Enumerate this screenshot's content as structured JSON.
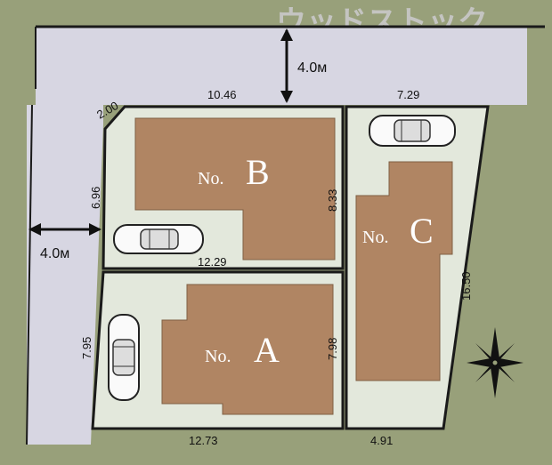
{
  "watermark": "ウッドストック",
  "roads": {
    "top_width": "4.0м",
    "left_width": "4.0м"
  },
  "dimensions": {
    "corner_cut": "2.00",
    "b_top": "10.46",
    "c_top": "7.29",
    "b_left": "6.96",
    "b_right": "8.33",
    "b_bottom": "12.29",
    "a_left": "7.95",
    "a_right": "7.98",
    "a_bottom": "12.73",
    "c_bottom": "4.91",
    "c_right": "16.50"
  },
  "lots": {
    "a": {
      "prefix": "No.",
      "letter": "A"
    },
    "b": {
      "prefix": "No.",
      "letter": "B"
    },
    "c": {
      "prefix": "No.",
      "letter": "C"
    }
  },
  "colors": {
    "background": "#98a07a",
    "road": "#d7d6e2",
    "lot": "#e3e8dc",
    "house": "#b08563",
    "line": "#1a1a1a"
  },
  "icons": [
    "car-icon",
    "compass-icon"
  ]
}
